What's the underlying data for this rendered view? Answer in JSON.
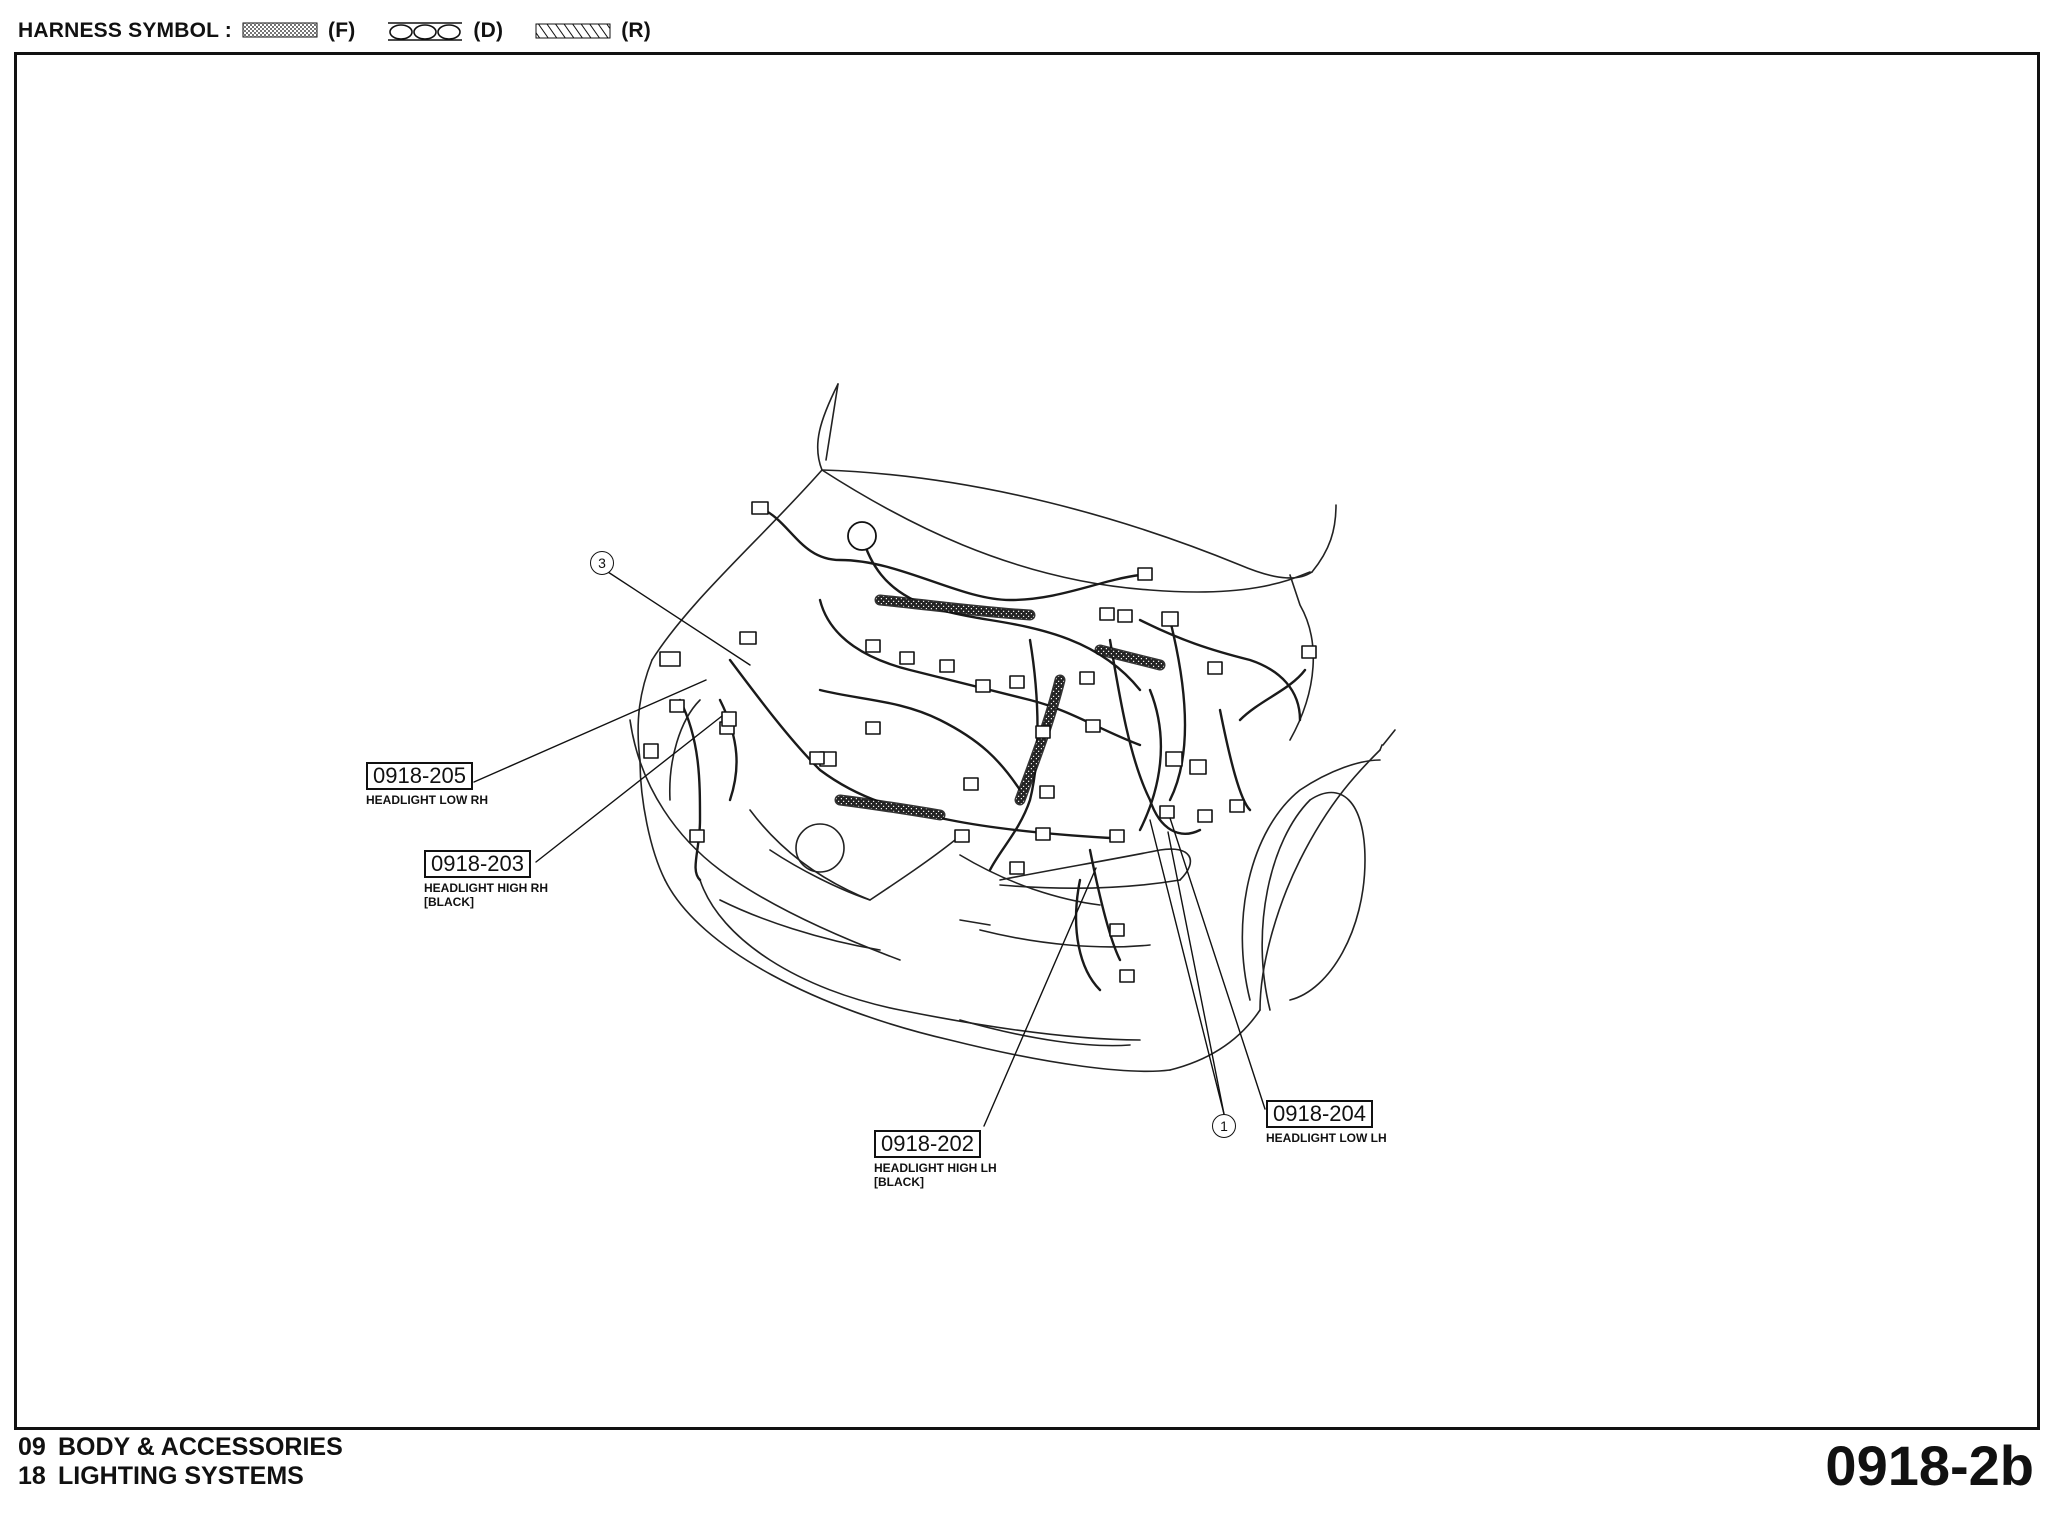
{
  "header": {
    "legend_label": "HARNESS SYMBOL :",
    "symbols": [
      {
        "pattern": "dotted-hatch",
        "code": "(F)"
      },
      {
        "pattern": "circles",
        "code": "(D)"
      },
      {
        "pattern": "diagonal-hatch",
        "code": "(R)"
      }
    ]
  },
  "callouts": {
    "c205": {
      "code": "0918-205",
      "desc1": "HEADLIGHT LOW RH"
    },
    "c203": {
      "code": "0918-203",
      "desc1": "HEADLIGHT HIGH RH",
      "desc2": "[BLACK]"
    },
    "c202": {
      "code": "0918-202",
      "desc1": "HEADLIGHT HIGH LH",
      "desc2": "[BLACK]"
    },
    "c204": {
      "code": "0918-204",
      "desc1": "HEADLIGHT LOW LH"
    }
  },
  "markers": {
    "m1": "1",
    "m3": "3"
  },
  "footer": {
    "line1_num": "09",
    "line1_text": "BODY & ACCESSORIES",
    "line2_num": "18",
    "line2_text": "LIGHTING SYSTEMS",
    "page_code": "0918-2b"
  },
  "icons": [
    "harness-f-symbol-icon",
    "harness-d-symbol-icon",
    "harness-r-symbol-icon"
  ],
  "colors": {
    "ink": "#111111",
    "background": "#ffffff"
  }
}
